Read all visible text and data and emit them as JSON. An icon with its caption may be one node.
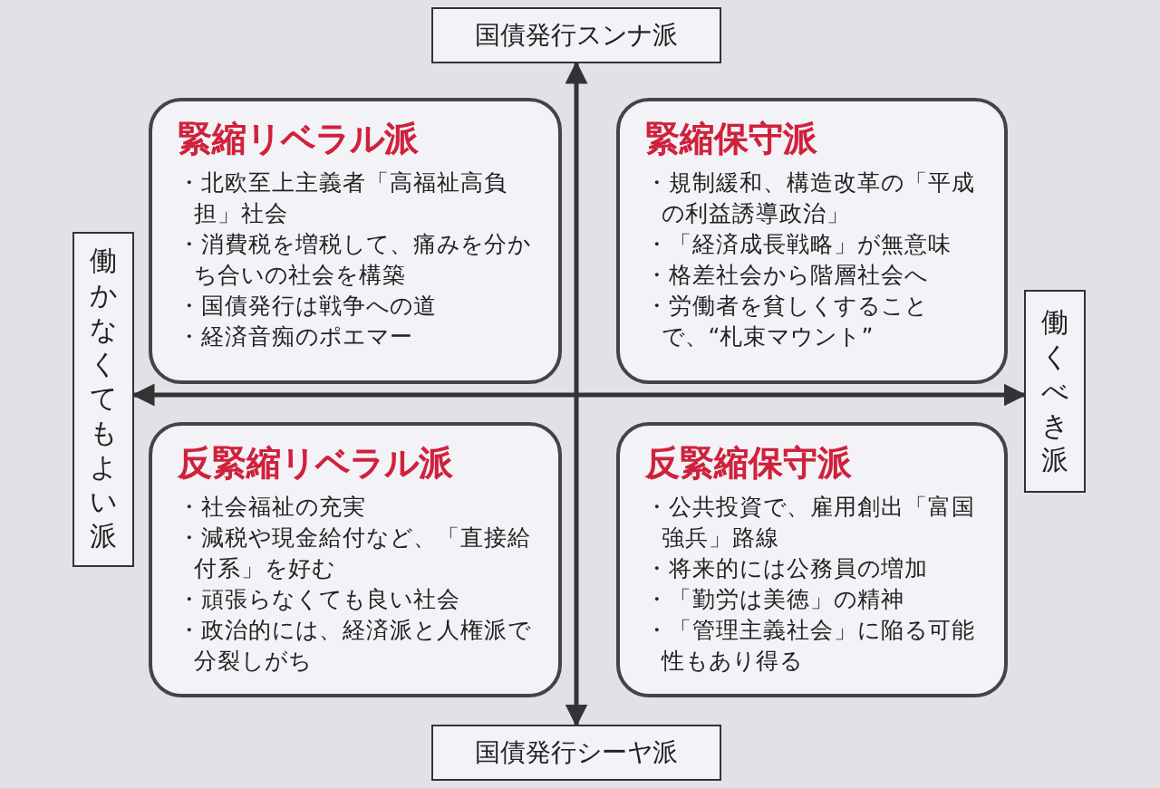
{
  "diagram": {
    "nodes": [
      {
        "text": [
          "国債発行スンナ派"
        ]
      },
      {
        "text": [
          "緊縮リベラル派",
          "・北欧至上主義者「高福祉高負担」社会",
          "・消費税を増税して、痛みを分かち合いの社会を構築",
          "・国債発行は戦争への道",
          "・経済音痴のポエマー"
        ]
      },
      {
        "text": [
          "緊縮保守派",
          "・規制緩和、構造改革の「平成の利益誘導政治」",
          "・「経済成長戦略」が無意味",
          "・格差社会から階層社会へ",
          "・労働者を貧しくすることで、“札束マウント”"
        ]
      },
      {
        "text": [
          "働かなくてもよい派"
        ]
      },
      {
        "text": [
          "働くべき派"
        ]
      },
      {
        "text": [
          "反緊縮リベラル派",
          "・社会福祉の充実",
          "・減税や現金給付など、「直接給付系」を好む",
          "・頑張らなくても良い社会",
          "・政治的には、経済派と人権派で分裂しがち"
        ]
      },
      {
        "text": [
          "反緊縮保守派",
          "・公共投資で、雇用創出「富国強兵」路線",
          "・将来的には公務員の増加",
          "・「勤労は美徳」の精神",
          "・「管理主義社会」に陥る可能性もあり得る"
        ]
      },
      {
        "text": [
          "国債発行シーヤ派"
        ]
      }
    ],
    "edges": [
      {
        "from": 0,
        "to": 7,
        "arrow": "both"
      },
      {
        "from": 3,
        "to": 4,
        "arrow": "both"
      }
    ]
  }
}
